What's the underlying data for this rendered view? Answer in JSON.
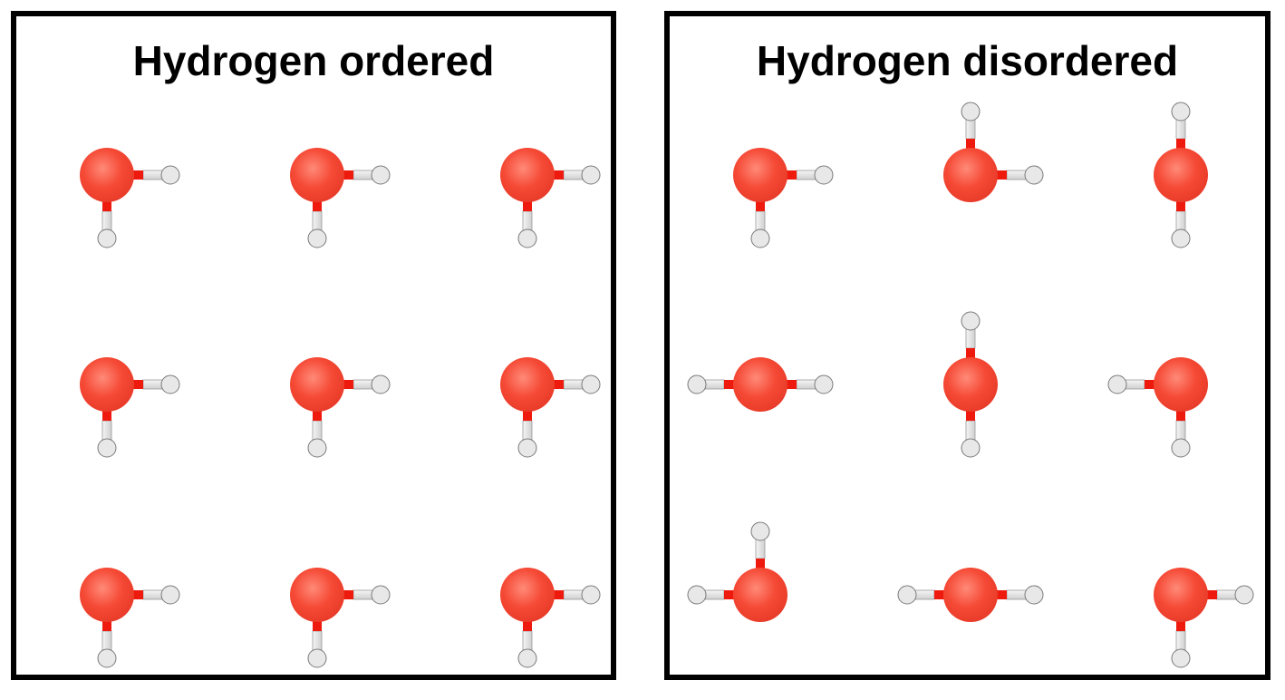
{
  "panels": [
    {
      "id": "left",
      "title": "Hydrogen ordered",
      "molecules": [
        [
          "right",
          "down"
        ],
        [
          "right",
          "down"
        ],
        [
          "right",
          "down"
        ],
        [
          "right",
          "down"
        ],
        [
          "right",
          "down"
        ],
        [
          "right",
          "down"
        ],
        [
          "right",
          "down"
        ],
        [
          "right",
          "down"
        ],
        [
          "right",
          "down"
        ]
      ]
    },
    {
      "id": "right",
      "title": "Hydrogen disordered",
      "molecules": [
        [
          "right",
          "down"
        ],
        [
          "up",
          "right"
        ],
        [
          "up",
          "down"
        ],
        [
          "left",
          "right"
        ],
        [
          "up",
          "down"
        ],
        [
          "left",
          "down"
        ],
        [
          "up",
          "left"
        ],
        [
          "left",
          "right"
        ],
        [
          "right",
          "down"
        ]
      ]
    }
  ],
  "colors": {
    "oxygen": "#f54a36",
    "oxygen_highlight": "#ff8a78",
    "bond_red": "#ee1a0e",
    "bond_gray": "#e2e2e2",
    "hydrogen": "#e8e8e8",
    "border": "#000000"
  }
}
